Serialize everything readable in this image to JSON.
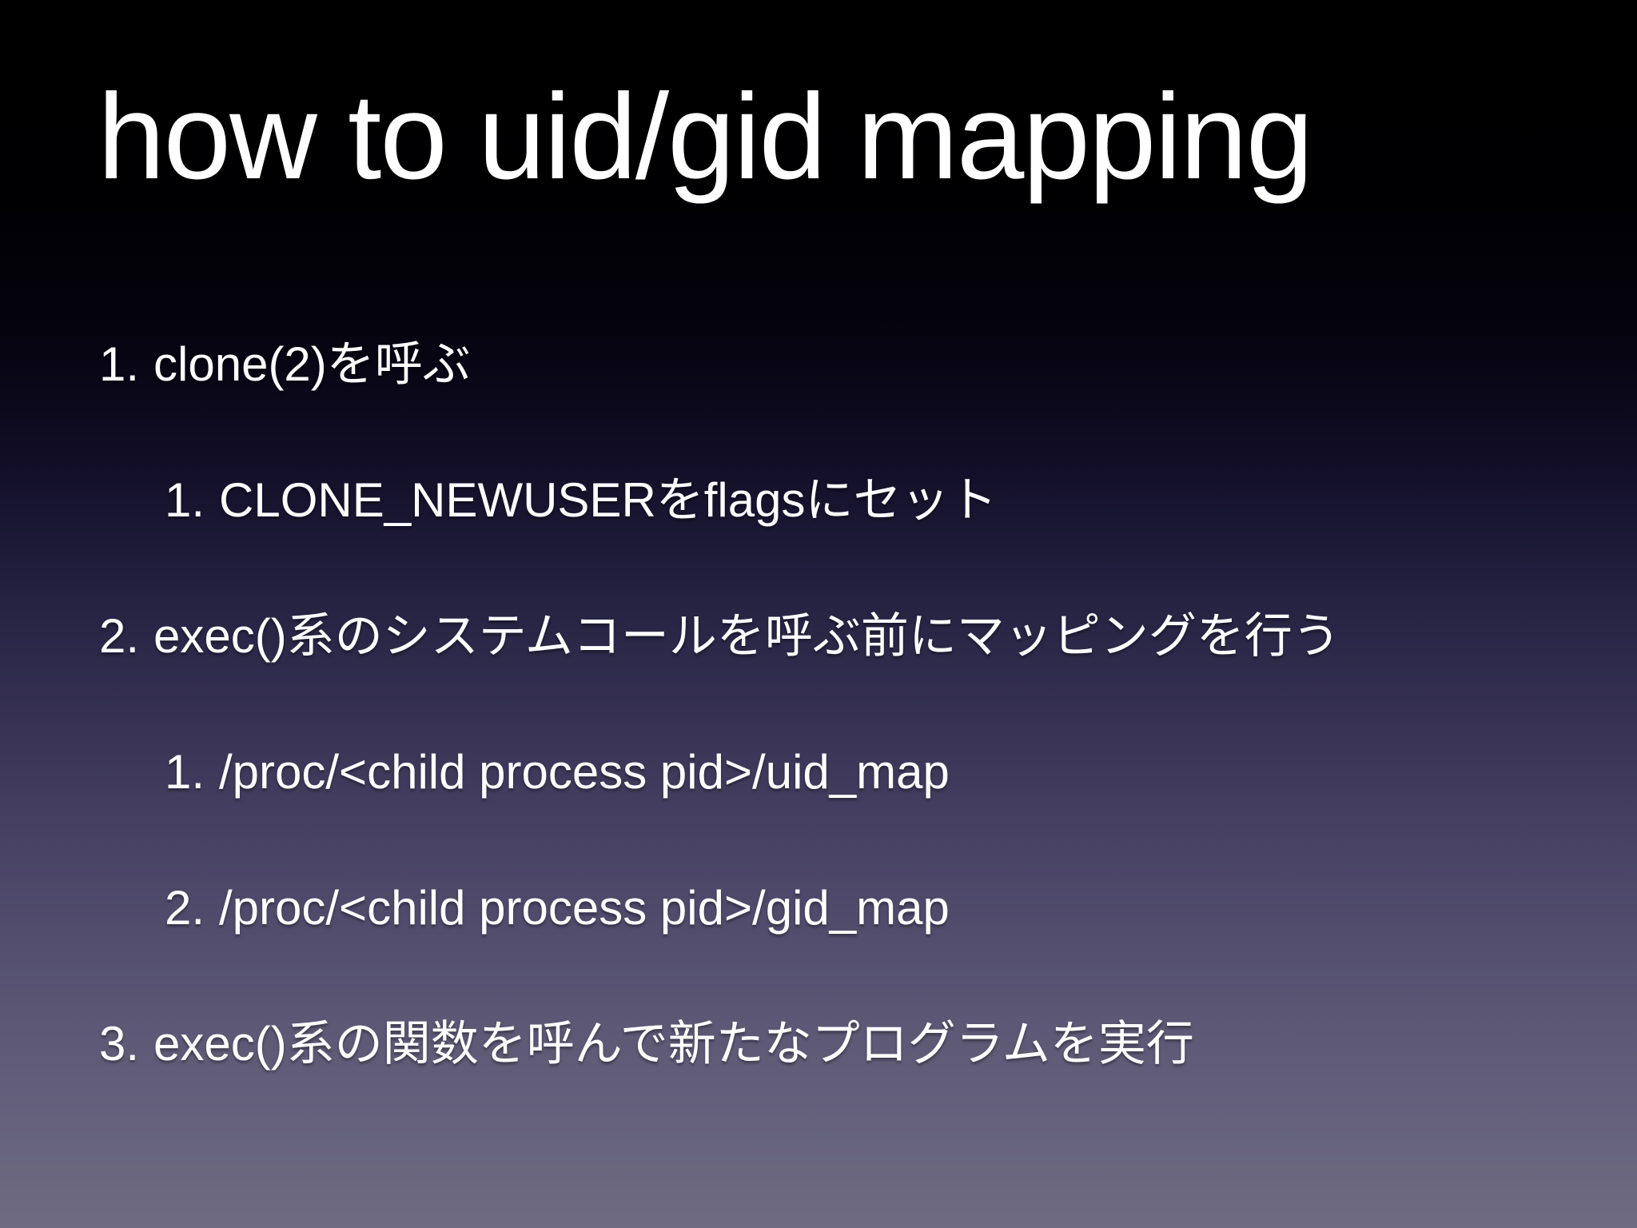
{
  "slide": {
    "title": "how to uid/gid mapping",
    "list": {
      "items": [
        {
          "marker": "1.",
          "level": 1,
          "text": "clone(2)を呼ぶ"
        },
        {
          "marker": "1.",
          "level": 2,
          "text": "CLONE_NEWUSERをflagsにセット"
        },
        {
          "marker": "2.",
          "level": 1,
          "text": "exec()系のシステムコールを呼ぶ前にマッピングを行う"
        },
        {
          "marker": "1.",
          "level": 2,
          "text": "/proc/<child process pid>/uid_map"
        },
        {
          "marker": "2.",
          "level": 2,
          "text": "/proc/<child process pid>/gid_map"
        },
        {
          "marker": "3.",
          "level": 1,
          "text": "exec()系の関数を呼んで新たなプログラムを実行"
        }
      ]
    },
    "colors": {
      "background_top": "#000000",
      "background_middle": "#232040",
      "background_bottom": "#6e6b82",
      "text": "#ffffff"
    }
  }
}
